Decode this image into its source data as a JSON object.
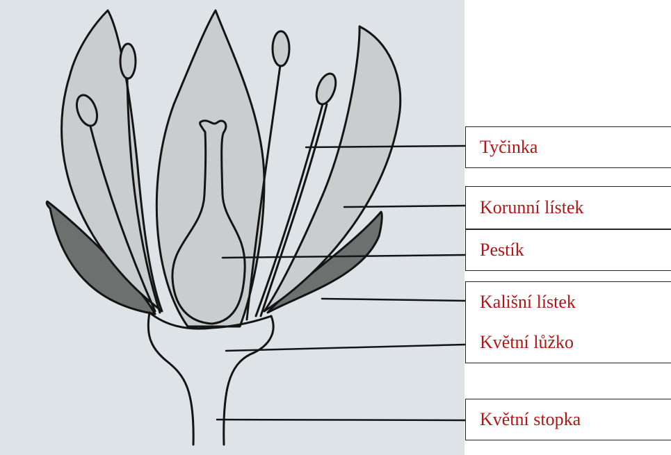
{
  "colors": {
    "paper": "#dde3e6",
    "label_text": "#b41414",
    "ink": "#141414",
    "petal_fill": "#c9cdcd",
    "sepal_fill": "#6e7070"
  },
  "labels": [
    {
      "id": "tycinka",
      "text": "Tyčinka"
    },
    {
      "id": "korunni-listek",
      "text": "Korunní lístek"
    },
    {
      "id": "pestik",
      "text": "Pestík"
    },
    {
      "id": "kalisni-listek",
      "text": "Kališní lístek"
    },
    {
      "id": "kvetni-luzko",
      "text": "Květní lůžko"
    },
    {
      "id": "kvetni-stopka",
      "text": "Květní stopka"
    }
  ]
}
